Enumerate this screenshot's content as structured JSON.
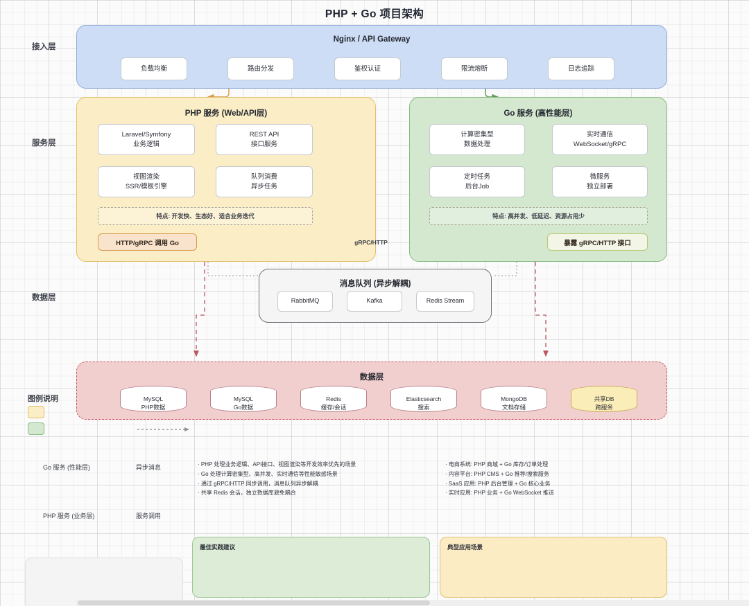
{
  "title": "PHP + Go 项目架构",
  "side_labels": {
    "access": "接入层",
    "service": "服务层",
    "data": "数据层",
    "legend": "图例说明"
  },
  "access_layer": {
    "title": "Nginx / API Gateway",
    "nodes": [
      "负载均衡",
      "路由分发",
      "鉴权认证",
      "限流熔断",
      "日志追踪"
    ],
    "fill": "#ccddf5",
    "stroke": "#8fa9d8"
  },
  "php_layer": {
    "title": "PHP 服务 (Web/API层)",
    "nodes": [
      {
        "line1": "Laravel/Symfony",
        "line2": "业务逻辑"
      },
      {
        "line1": "REST API",
        "line2": "接口服务"
      },
      {
        "line1": "视图渲染",
        "line2": "SSR/模板引擎"
      },
      {
        "line1": "队列消费",
        "line2": "异步任务"
      }
    ],
    "feature": "特点: 开发快、生态好、适合业务迭代",
    "call_box": "HTTP/gRPC 调用 Go",
    "fill": "#fbeec6",
    "stroke": "#dfc06a"
  },
  "go_layer": {
    "title": "Go 服务 (高性能层)",
    "nodes": [
      {
        "line1": "计算密集型",
        "line2": "数据处理"
      },
      {
        "line1": "实时通信",
        "line2": "WebSocket/gRPC"
      },
      {
        "line1": "定时任务",
        "line2": "后台Job"
      },
      {
        "line1": "微服务",
        "line2": "独立部署"
      }
    ],
    "feature": "特点: 高并发、低延迟、资源占用少",
    "call_box": "暴露 gRPC/HTTP 接口",
    "fill": "#d4e8d0",
    "stroke": "#85bb7e"
  },
  "bridge_label": "gRPC/HTTP",
  "mq_layer": {
    "title": "消息队列 (异步解耦)",
    "nodes": [
      "RabbitMQ",
      "Kafka",
      "Redis Stream"
    ],
    "fill": "#f5f5f5",
    "stroke": "#6b6f76"
  },
  "data_layer": {
    "title": "数据层",
    "fill": "#f2cfcf",
    "stroke": "#c0555f",
    "stores": [
      {
        "line1": "MySQL",
        "line2": "PHP数据",
        "shared": false
      },
      {
        "line1": "MySQL",
        "line2": "Go数据",
        "shared": false
      },
      {
        "line1": "Redis",
        "line2": "缓存/会话",
        "shared": false
      },
      {
        "line1": "Elasticsearch",
        "line2": "搜索",
        "shared": false
      },
      {
        "line1": "MongoDB",
        "line2": "文档存储",
        "shared": false
      },
      {
        "line1": "共享DB",
        "line2": "跨服务",
        "shared": true
      }
    ]
  },
  "legend": {
    "swatch_php_color": "#fbeec6",
    "swatch_go_color": "#d4e8d0",
    "rows": [
      {
        "label": "Go 服务 (性能层)",
        "kind": "异步消息"
      },
      {
        "label": "PHP 服务 (业务层)",
        "kind": "服务调用"
      }
    ]
  },
  "notes": {
    "left_bullets": [
      "PHP 处理业务逻辑、API接口、视图渲染等开发效率优先的场景",
      "Go 处理计算密集型、高并发、实时通信等性能敏感场景",
      "通过 gRPC/HTTP 同步调用，消息队列异步解耦",
      "共享 Redis 会话，独立数据库避免耦合"
    ],
    "right_bullets": [
      "电商系统: PHP 商城 + Go 库存/订单处理",
      "内容平台: PHP CMS + Go 推荐/搜索服务",
      "SaaS 应用: PHP 后台管理 + Go 核心业务",
      "实时应用: PHP 业务 + Go WebSocket 推送"
    ]
  },
  "panels": {
    "best_practice_title": "最佳实践建议",
    "use_case_title": "典型应用场景"
  }
}
